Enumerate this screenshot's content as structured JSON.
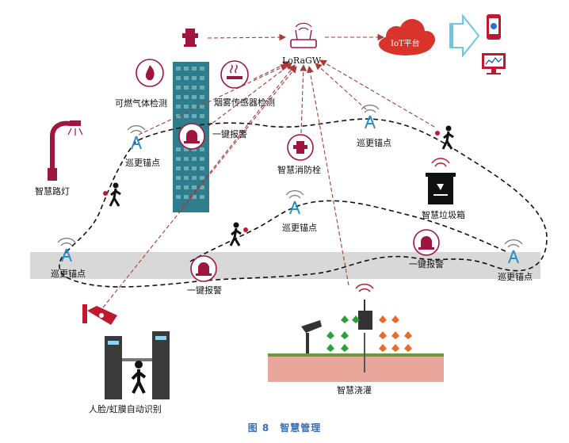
{
  "gateway": {
    "label": "LoRaGW"
  },
  "platform": {
    "label": "IoT平台"
  },
  "sensors": {
    "gas_detection": "可燃气体检测",
    "smoke_detection": "烟雾传感器检测",
    "fire_hydrant": "智慧消防栓",
    "street_lamp": "智慧路灯",
    "trash_bin": "智慧垃圾箱",
    "irrigation": "智慧浇灌",
    "face_iris": "人脸/虹膜自动识别"
  },
  "alarm_label": "一键报警",
  "anchor_label": "巡更锚点",
  "caption": "图 8　智慧管理",
  "colors": {
    "accent": "#a0153e",
    "dash_red": "#a83a3a",
    "cloud": "#d9342b",
    "sign": "#6cc6e8",
    "road": "#d8d8d8"
  }
}
